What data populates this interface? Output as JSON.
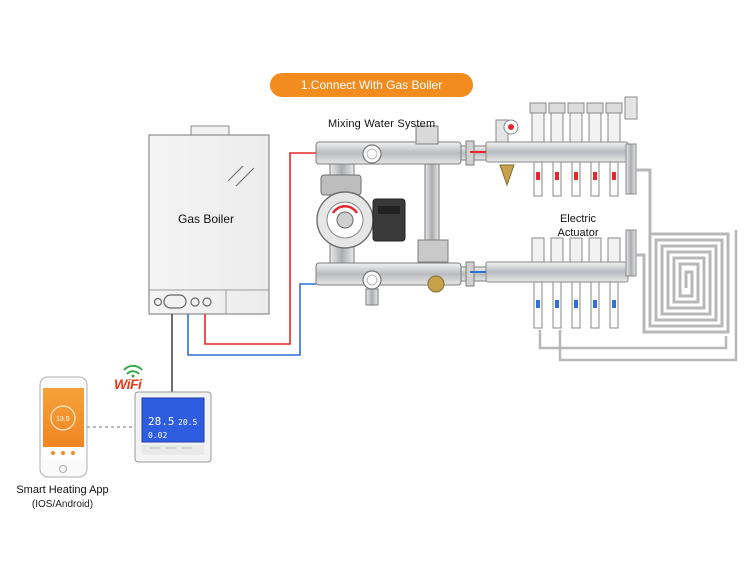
{
  "title": "1.Connect With Gas Boiler",
  "labels": {
    "mixing": "Mixing Water System",
    "boiler": "Gas Boiler",
    "actuator_line1": "Electric",
    "actuator_line2": "Actuator",
    "app": "Smart Heating App",
    "app_platforms": "(IOS/Android)",
    "wifi": "WiFi"
  },
  "thermostat": {
    "room_temp": "28.5",
    "set_temp": "20.5",
    "time": "0.02"
  },
  "phone": {
    "temperature": "13.5"
  },
  "colors": {
    "accent": "#f28c1e",
    "hot_pipe": "#e8262b",
    "cold_pipe": "#2f6fd6",
    "lcd": "#2e5de0"
  }
}
